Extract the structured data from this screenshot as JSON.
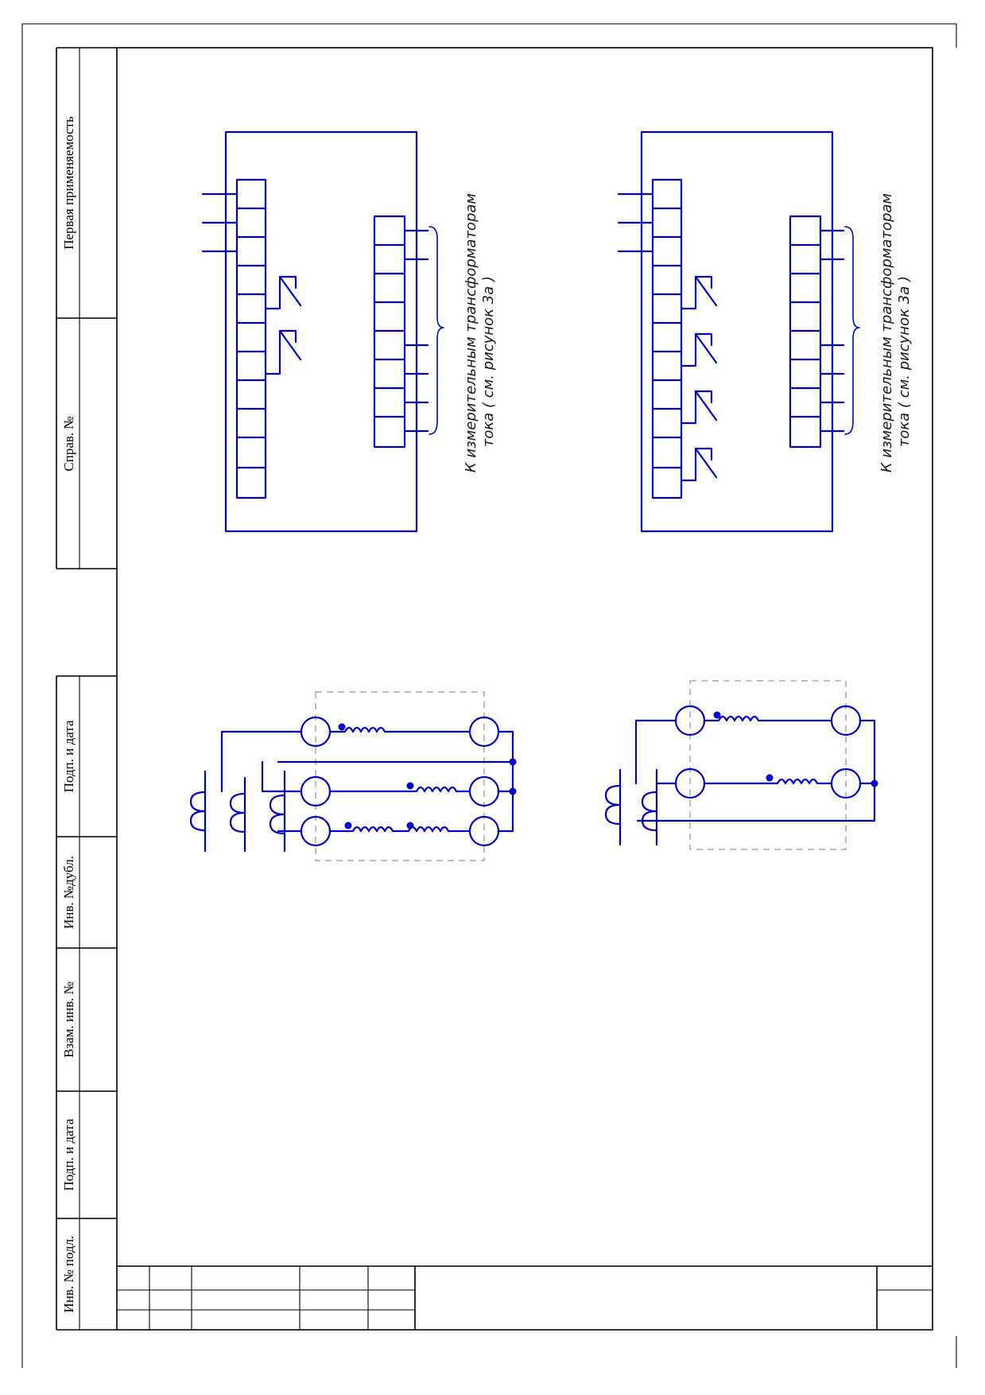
{
  "margin_labels": {
    "pervaya_primenyaemost": "Первая применяемость",
    "sprav_no": "Справ. №",
    "podp_i_data_top": "Подп. и дата",
    "inv_no_dubl": "Инв. №дубл.",
    "vzam_inv_no": "Взам. инв. №",
    "podp_i_data_bottom": "Подп. и дата",
    "inv_no_podl": "Инв. № подл."
  },
  "annotations": {
    "upper_line1": "К измерительным трансформаторам",
    "upper_line2": "тока  ( см. рисунок 3а )",
    "lower_line1": "К измерительным трансформаторам",
    "lower_line2": "тока  ( см. рисунок 3а )"
  },
  "colors": {
    "wire": "#0000cc",
    "frame": "#000000",
    "dashed_border": "#999999"
  }
}
